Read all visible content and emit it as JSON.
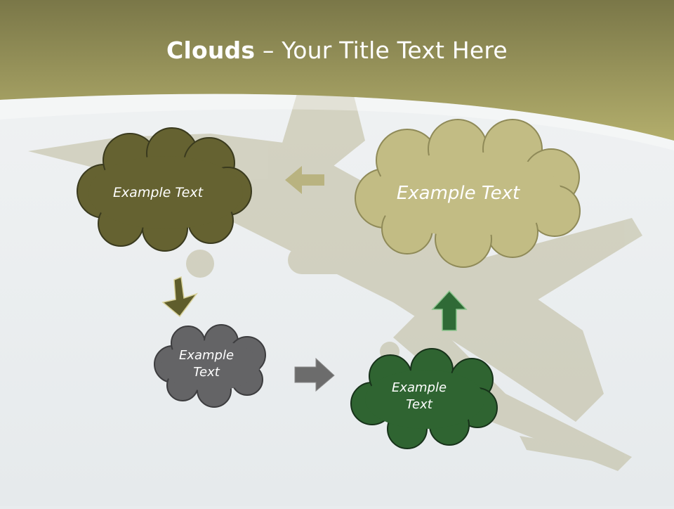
{
  "title": {
    "bold": "Clouds",
    "dash": " – ",
    "rest": "Your Title Text Here"
  },
  "clouds": [
    {
      "id": "top-left",
      "text": "Example Text",
      "color": "#656231"
    },
    {
      "id": "top-right",
      "text": "Example Text",
      "color": "#c2bc84"
    },
    {
      "id": "middle-gray",
      "line1": "Example",
      "line2": "Text",
      "color": "#646466"
    },
    {
      "id": "bottom-green",
      "line1": "Example",
      "line2": "Text",
      "color": "#2f6431"
    }
  ],
  "colors": {
    "band_top": "#7a7748",
    "band_bottom": "#b3ae6c",
    "background": "#e8ecee",
    "arrow_olive": "#5f5d2c",
    "arrow_tan": "#b5ae74",
    "arrow_gray": "#6c6c6c",
    "arrow_green": "#2f6a36"
  }
}
